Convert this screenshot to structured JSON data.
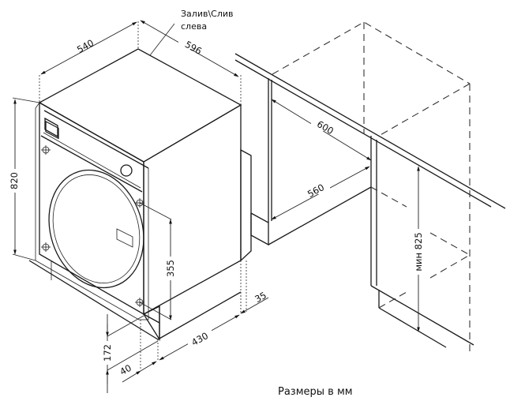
{
  "drawing": {
    "title": "Washing machine built-in installation dimensions",
    "units_caption": "Размеры в мм",
    "annotation": {
      "line1": "Залив\\Слив",
      "line2": "слева"
    },
    "dimensions": {
      "depth": "540",
      "width": "596",
      "height": "820",
      "door_hinge_spacing": "355",
      "plinth_height": "172",
      "plinth_offset": "40",
      "plinth_depth": "430",
      "rear_gap": "35",
      "niche_width": "600",
      "niche_depth": "560",
      "niche_min_height": "мин 825"
    }
  }
}
